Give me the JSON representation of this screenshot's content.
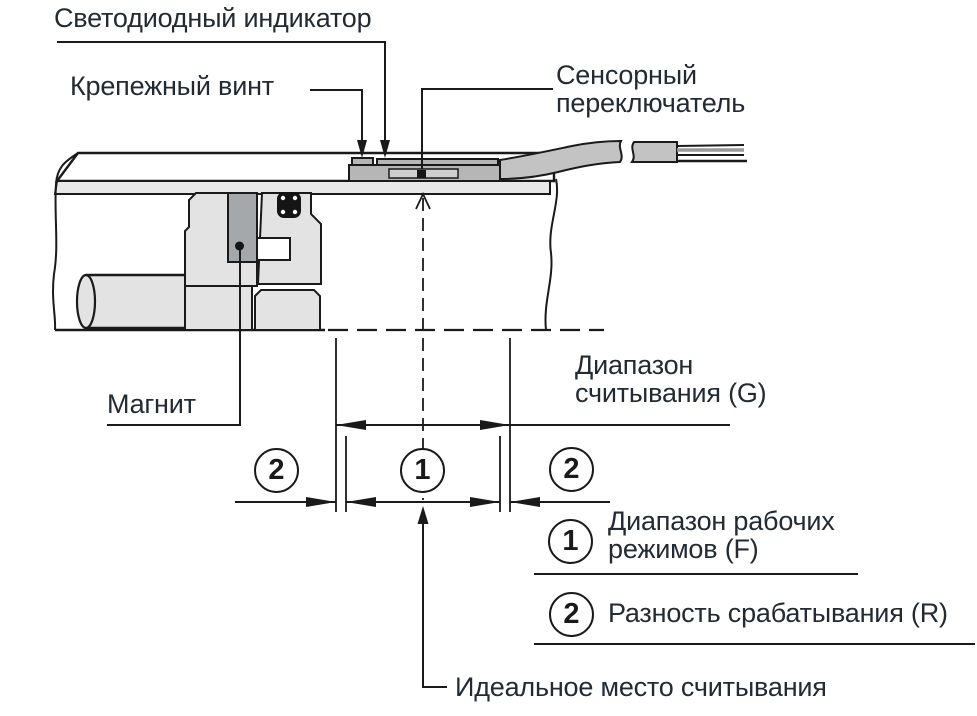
{
  "diagram": {
    "title": "Sensor switch mounting and sensing ranges diagram",
    "labels": {
      "led_indicator": "Светодиодный индикатор",
      "mounting_screw": "Крепежный винт",
      "sensor_switch_line1": "Сенсорный",
      "sensor_switch_line2": "переключатель",
      "magnet": "Магнит",
      "reading_range_line1": "Диапазон",
      "reading_range_line2": "считывания (G)",
      "ideal_reading_position": "Идеальное место считывания"
    },
    "markers": {
      "operating_range": "1",
      "hysteresis_left": "2",
      "hysteresis_right": "2"
    },
    "legend": [
      {
        "num": "1",
        "line1": "Диапазон рабочих",
        "line2": "режимов (F)"
      },
      {
        "num": "2",
        "line1": "Разность срабатывания (R)",
        "line2": ""
      }
    ],
    "colors": {
      "line": "#1a1a1a",
      "text": "#222a33",
      "body_light_gray": "#e3e3e3",
      "sensor_gray": "#b6b6b6",
      "cable_gray": "#c3c3c3",
      "magnet_gray": "#a4a8ab",
      "background": "#ffffff"
    }
  }
}
